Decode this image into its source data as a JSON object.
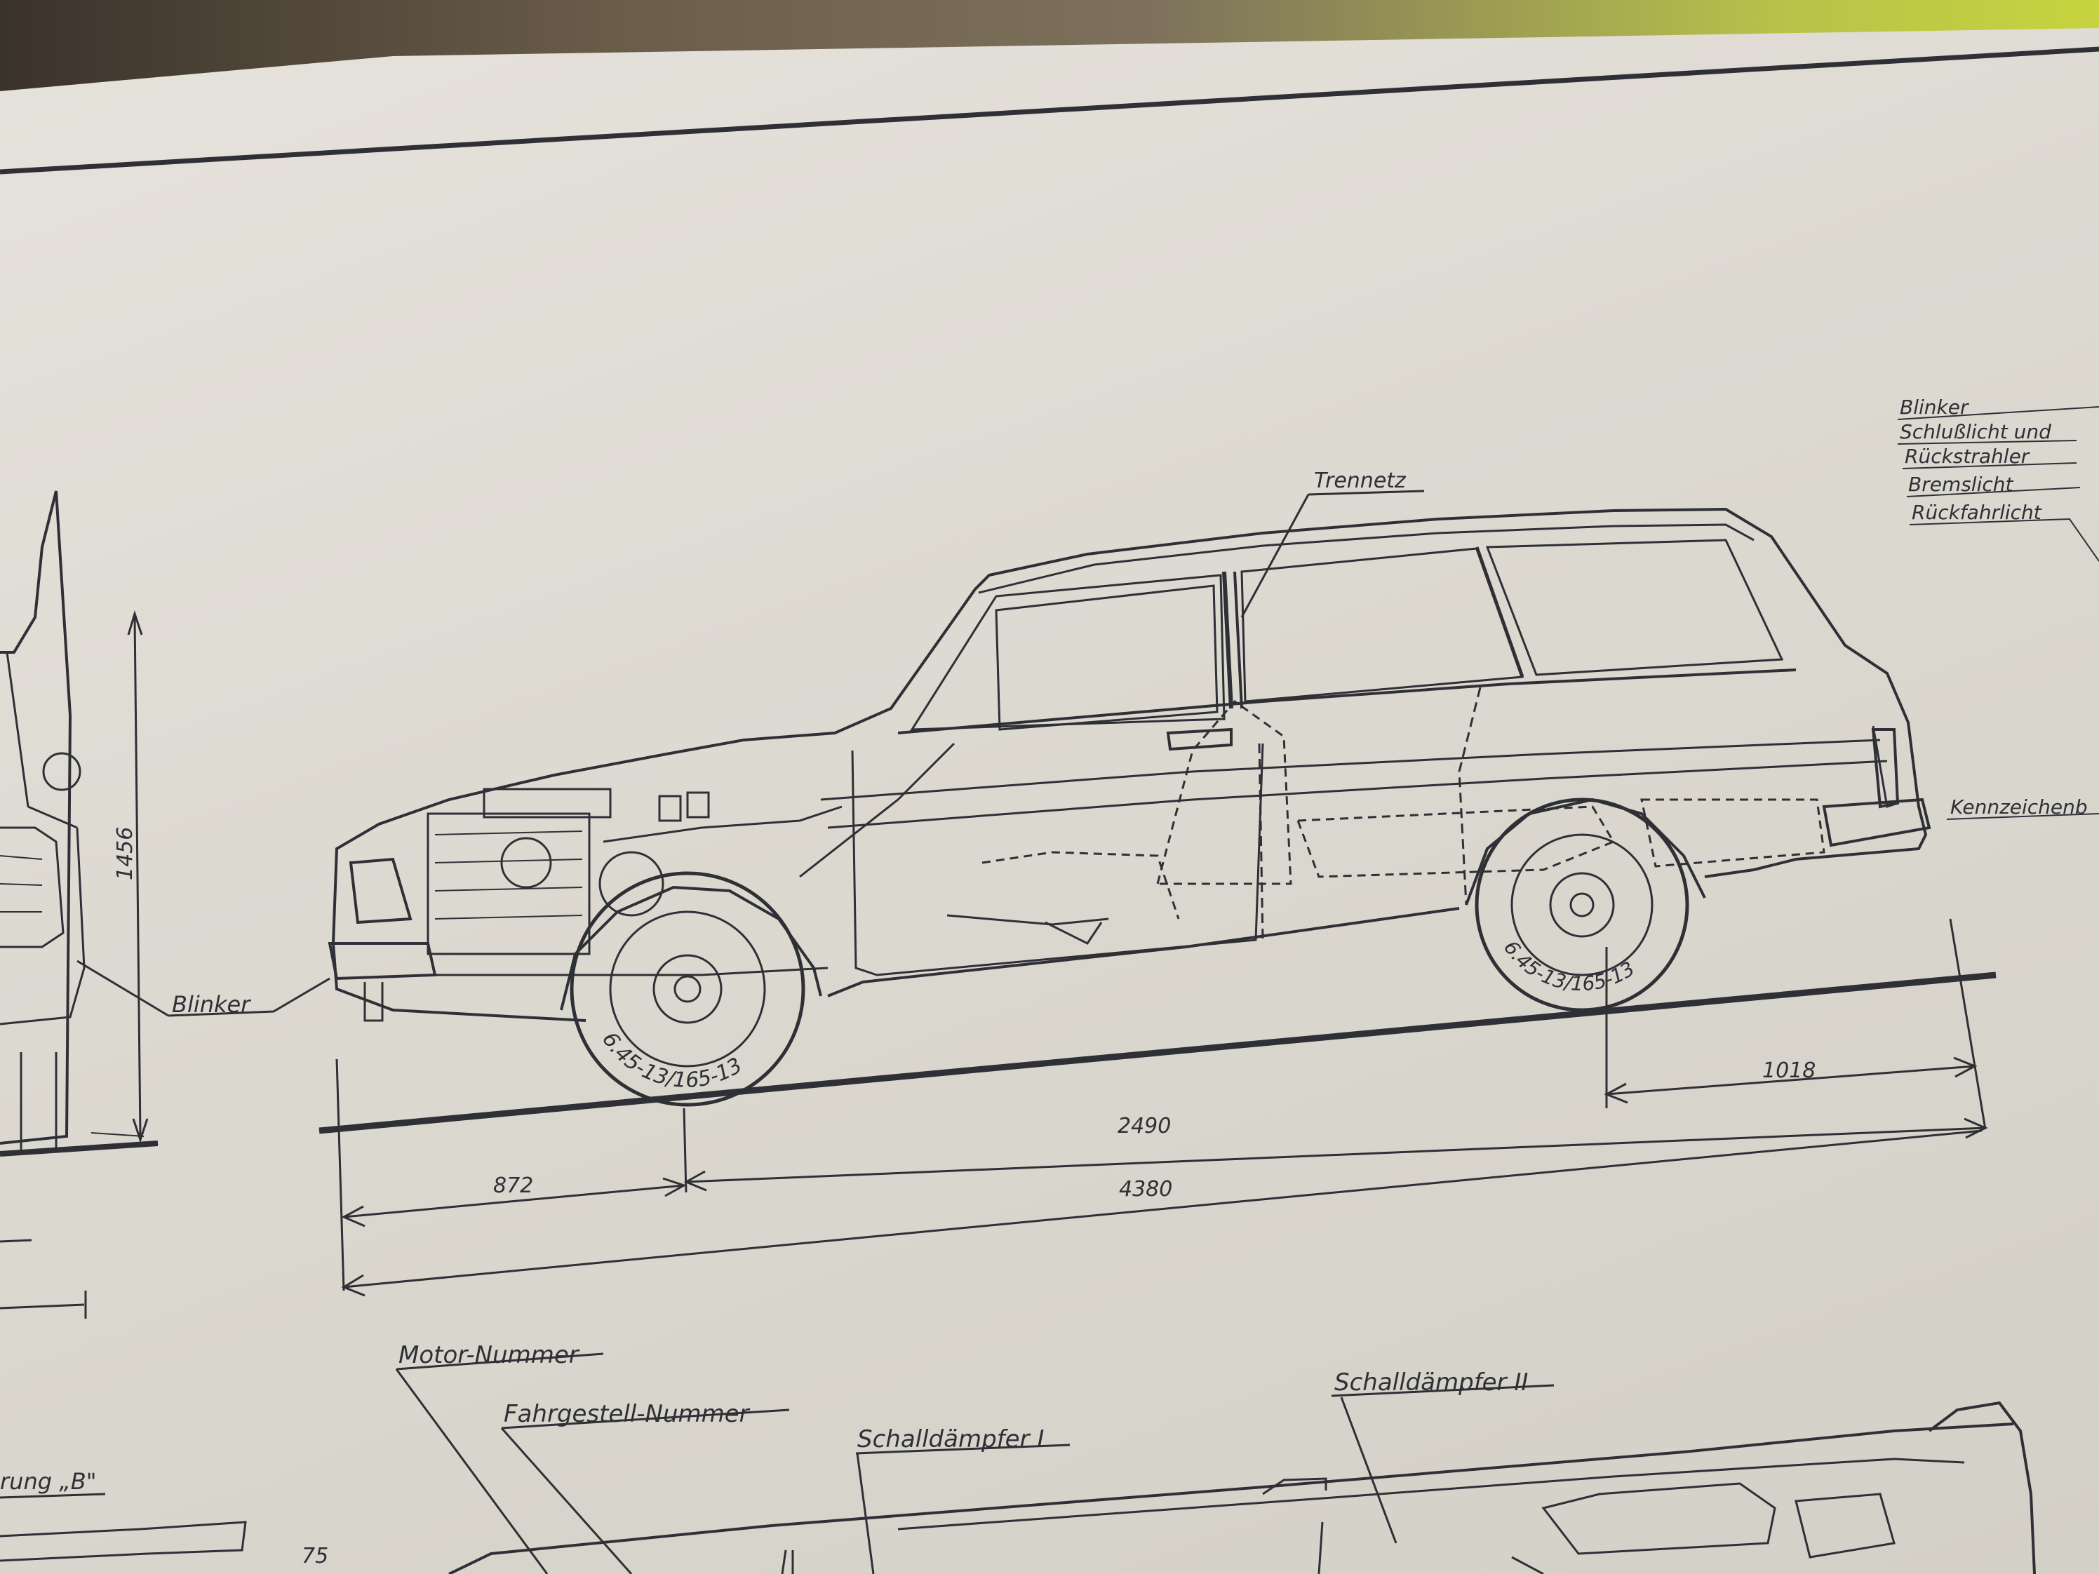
{
  "labels": {
    "trennetz": "Trennetz",
    "blinker_front": "Blinker",
    "rear_blinker": "Blinker",
    "rear_schlusslicht": "Schlußlicht und",
    "rear_rueckstrahler": "Rückstrahler",
    "rear_bremslicht": "Bremslicht",
    "rear_rueckfahrlicht": "Rückfahrlicht",
    "kennzeichen": "Kennzeichenb",
    "motor_nummer": "Motor-Nummer",
    "fahrgestell_nummer": "Fahrgestell-Nummer",
    "schalldaempfer_1": "Schalldämpfer I",
    "schalldaempfer_2": "Schalldämpfer II",
    "ausfuehrung_b": "rung „B\"",
    "tire_front": "6.45-13/165-13",
    "tire_rear": "6.45-13/165-13"
  },
  "dimensions": {
    "height": "1456",
    "front_overhang": "872",
    "wheelbase": "2490",
    "rear_overhang": "1018",
    "overall_length": "4380",
    "small_dim": "75"
  },
  "colors": {
    "ink": "#2e3036",
    "paper": "#e0ddd6"
  }
}
